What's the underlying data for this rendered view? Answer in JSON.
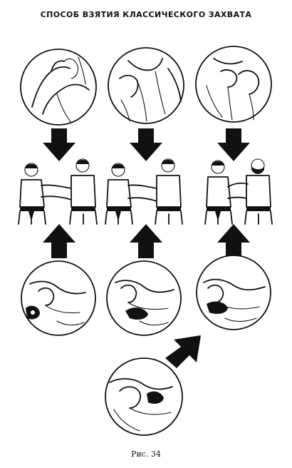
{
  "document": {
    "title": "СПОСОБ ВЗЯТИЯ КЛАССИЧЕСКОГО ЗАХВАТА",
    "caption": "Рис. 34"
  },
  "figure": {
    "columns": [
      {
        "top_circle": "collar-grip-detail",
        "arrow_top": "down",
        "figures": "two-judoka-grip",
        "arrow_bottom": "up",
        "bottom_circle": "sleeve-grip-detail"
      },
      {
        "top_circle": "lapel-grip-detail",
        "arrow_top": "down",
        "figures": "two-judoka-grip",
        "arrow_bottom": "up",
        "bottom_circle": "sleeve-grip-detail"
      },
      {
        "top_circle": "collar-pull-detail",
        "arrow_top": "down",
        "figures": "two-judoka-grip",
        "arrow_bottom": "up",
        "bottom_circle": "sleeve-grip-detail"
      }
    ],
    "extra_circle": "fist-grip-detail",
    "extra_arrow": "diagonal-up-right"
  }
}
